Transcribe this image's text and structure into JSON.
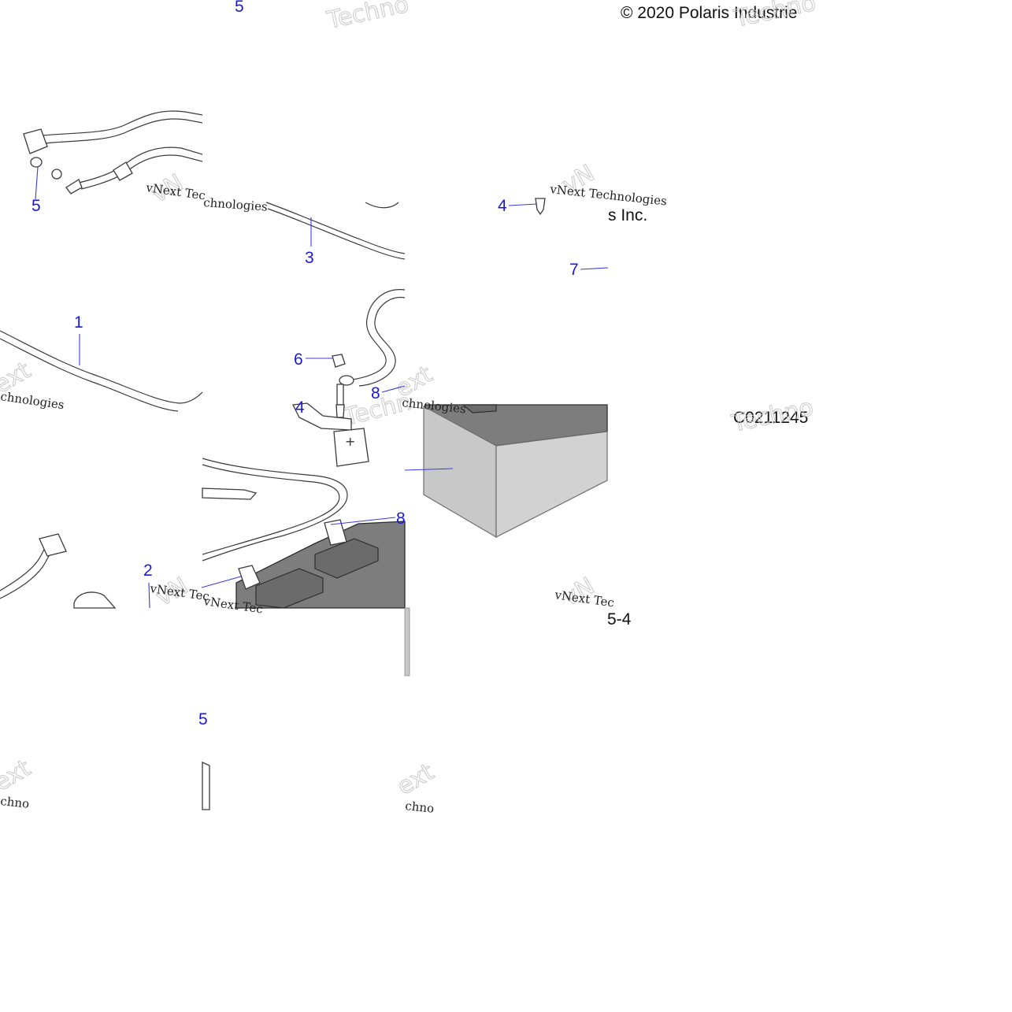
{
  "header": {
    "copyright": "© 2020 Polaris Industrie",
    "copyright_fragment": "s Inc."
  },
  "figure": {
    "id": "C0211245",
    "fragment_label": "5-4"
  },
  "watermark": {
    "line1": "vNext Technologies",
    "line2": "vNext Tec",
    "line3": "Techno",
    "line4": "chnologies",
    "line5": "ext",
    "line6": "chno",
    "line7": "Techn",
    "line8": "vN"
  },
  "callouts": [
    {
      "id": "c5a",
      "label": "5"
    },
    {
      "id": "c5b",
      "label": "5"
    },
    {
      "id": "c3",
      "label": "3"
    },
    {
      "id": "c4a",
      "label": "4"
    },
    {
      "id": "c7",
      "label": "7"
    },
    {
      "id": "c1",
      "label": "1"
    },
    {
      "id": "c6",
      "label": "6"
    },
    {
      "id": "c8a",
      "label": "8"
    },
    {
      "id": "c4b",
      "label": "4"
    },
    {
      "id": "c8b",
      "label": "8"
    },
    {
      "id": "c2",
      "label": "2"
    },
    {
      "id": "c5c",
      "label": "5"
    }
  ],
  "colors": {
    "callout": "#1a1ad6",
    "leader": "#3a3ae0",
    "battery_top": "#7d7d7d",
    "battery_side": "#c8c8c8"
  }
}
